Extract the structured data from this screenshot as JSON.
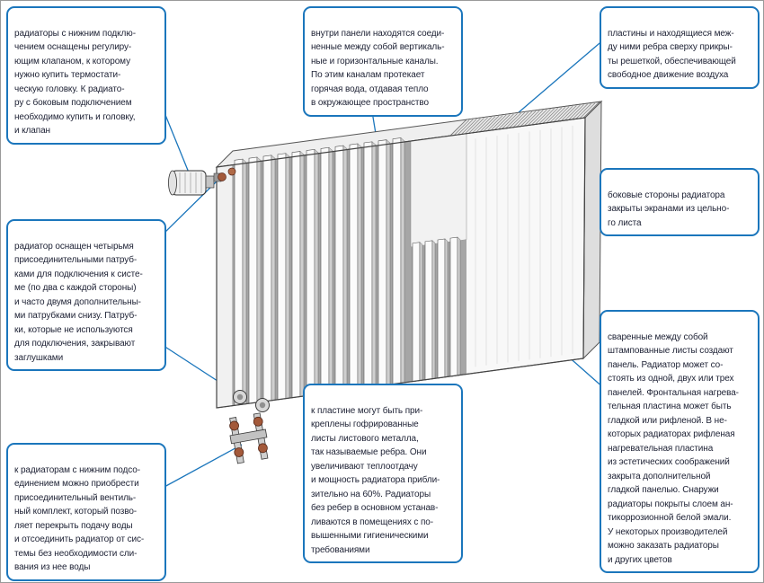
{
  "colors": {
    "accent_blue": "#1b76bc",
    "text_dark": "#1d2134",
    "brass_fitting": "#a3593a",
    "metal_gray": "#cfcfcf"
  },
  "callouts": {
    "top_left": {
      "text": "радиаторы с нижним подклю-\nчением оснащены регулиру-\nющим клапаном, к которому\nнужно купить термостати-\nческую головку. К радиато-\nру с боковым подключением\nнеобходимо купить и головку,\nи клапан"
    },
    "top_middle": {
      "text": "внутри панели находятся соеди-\nненные между собой вертикаль-\nные и горизонтальные каналы.\nПо этим каналам протекает\nгорячая вода, отдавая тепло\nв окружающее пространство"
    },
    "top_right": {
      "text": "пластины и находящиеся меж-\nду ними ребра сверху прикры-\nты решеткой, обеспечивающей\nсвободное движение воздуха"
    },
    "side_screens": {
      "text": "боковые стороны радиатора\nзакрыты экранами из цельно-\nго листа"
    },
    "panels": {
      "text": "сваренные между собой\nштампованные листы создают\nпанель. Радиатор может со-\nстоять из одной, двух или трех\nпанелей. Фронтальная нагрева-\nтельная пластина может быть\nгладкой или рифленой. В не-\nкоторых радиаторах рифленая\nнагревательная пластина\nиз эстетических соображений\nзакрыта дополнительной\nгладкой панелью. Снаружи\nрадиаторы покрыты слоем ан-\nтикоррозионной белой эмали.\nУ некоторых производителей\nможно заказать радиаторы\nи других цветов"
    },
    "connection_pipes": {
      "text": "радиатор оснащен четырьмя\nприсоединительными патруб-\nками для подключения к систе-\nме (по два с каждой стороны)\nи часто двумя дополнительны-\nми патрубками снизу. Патруб-\nки, которые не используются\nдля подключения, закрывают\nзаглушками"
    },
    "bottom_valve_kit": {
      "text": "к радиаторам с нижним подсо-\nединением можно приобрести\nприсоединительный вентиль-\nный комплект, который позво-\nляет перекрыть подачу воды\nи отсоединить радиатор от сис-\nтемы без необходимости сли-\nвания из нее воды"
    },
    "ribs": {
      "text": "к пластине могут быть при-\nкреплены гофрированные\nлисты листового металла,\nтак называемые ребра. Они\nувеличивают теплоотдачу\nи мощность радиатора прибли-\nзительно на 60%. Радиаторы\nбез ребер в основном устанав-\nливаются в помещениях с по-\nвышенными гигиеническими\nтребованиями"
    }
  }
}
